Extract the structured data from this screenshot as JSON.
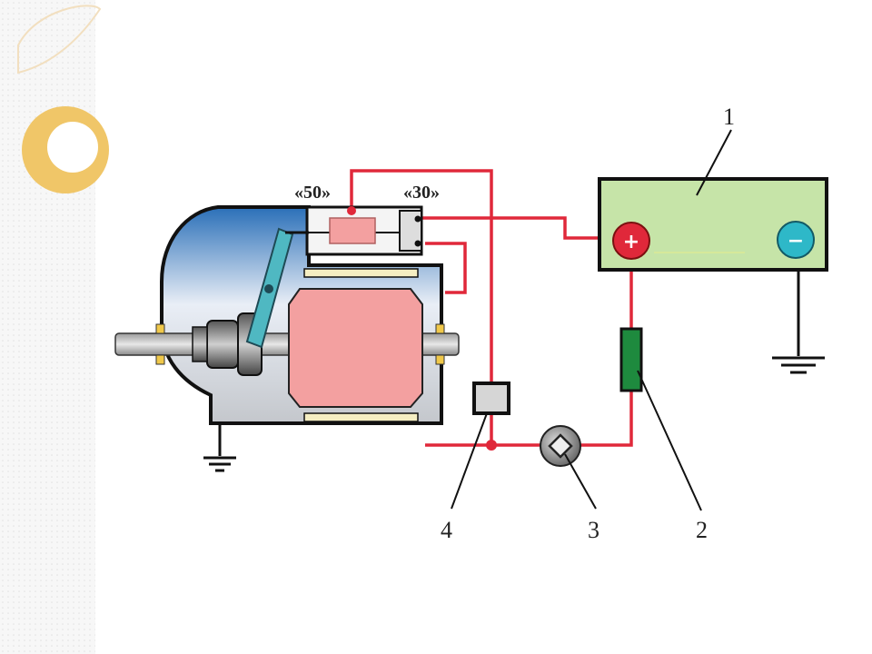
{
  "diagram": {
    "terminal_50": "«50»",
    "terminal_30": "«30»",
    "callouts": {
      "battery": "1",
      "fuse": "2",
      "switch": "3",
      "relay": "4"
    },
    "battery_plus": "+",
    "battery_minus": "−"
  },
  "colors": {
    "wire": "#e0283a",
    "battery": "#c6e4a8",
    "armature": "#f3a0a0",
    "lever": "#4fb8c2",
    "fuse": "#1e8a3e",
    "plus_terminal": "#e0283a",
    "minus_terminal": "#2eb8c8",
    "slide_accent": "#f0c668"
  }
}
